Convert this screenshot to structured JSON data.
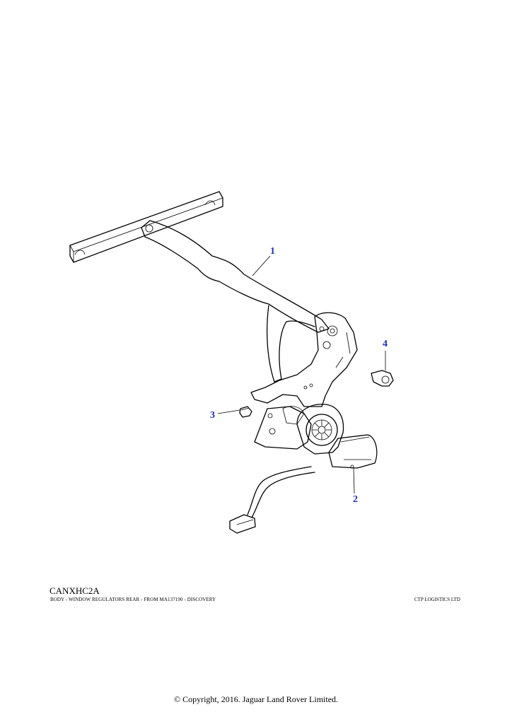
{
  "diagram": {
    "callouts": [
      {
        "id": "1",
        "label": "1"
      },
      {
        "id": "2",
        "label": "2"
      },
      {
        "id": "3",
        "label": "3"
      },
      {
        "id": "4",
        "label": "4"
      }
    ],
    "callout_color": "#1a2fd6",
    "drawing_code": "CANXHC2A",
    "description": "BODY - WINDOW REGULATORS REAR - FROM MA137190 - DISCOVERY",
    "supplier": "CTP LOGISTICS LTD"
  },
  "footer": {
    "copyright": "© Copyright, 2016. Jaguar Land Rover Limited."
  }
}
